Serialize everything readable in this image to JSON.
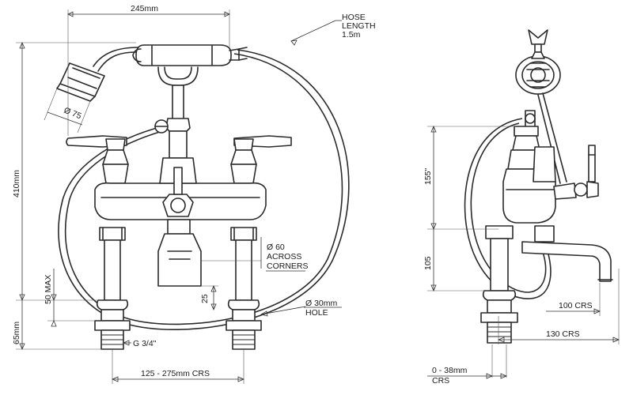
{
  "dimensions": {
    "width_245": "245mm",
    "hose_line1": "HOSE",
    "hose_line2": "LENGTH",
    "hose_line3": "1.5m",
    "dia_75": "Ø 75",
    "height_410": "410mm",
    "max_50": "50 MAX",
    "height_65": "65mm",
    "thread": "G 3/4\"",
    "crs_range": "125 - 275mm CRS",
    "across_1": "Ø 60",
    "across_2": "ACROSS",
    "across_3": "CORNERS",
    "gap_25": "25",
    "hole_1": "Ø 30mm",
    "hole_2": "HOLE",
    "side_155": "155\"",
    "side_105": "105",
    "crs_100": "100 CRS",
    "crs_130": "130 CRS",
    "deck_1": "0 - 38mm",
    "deck_2": "CRS"
  }
}
